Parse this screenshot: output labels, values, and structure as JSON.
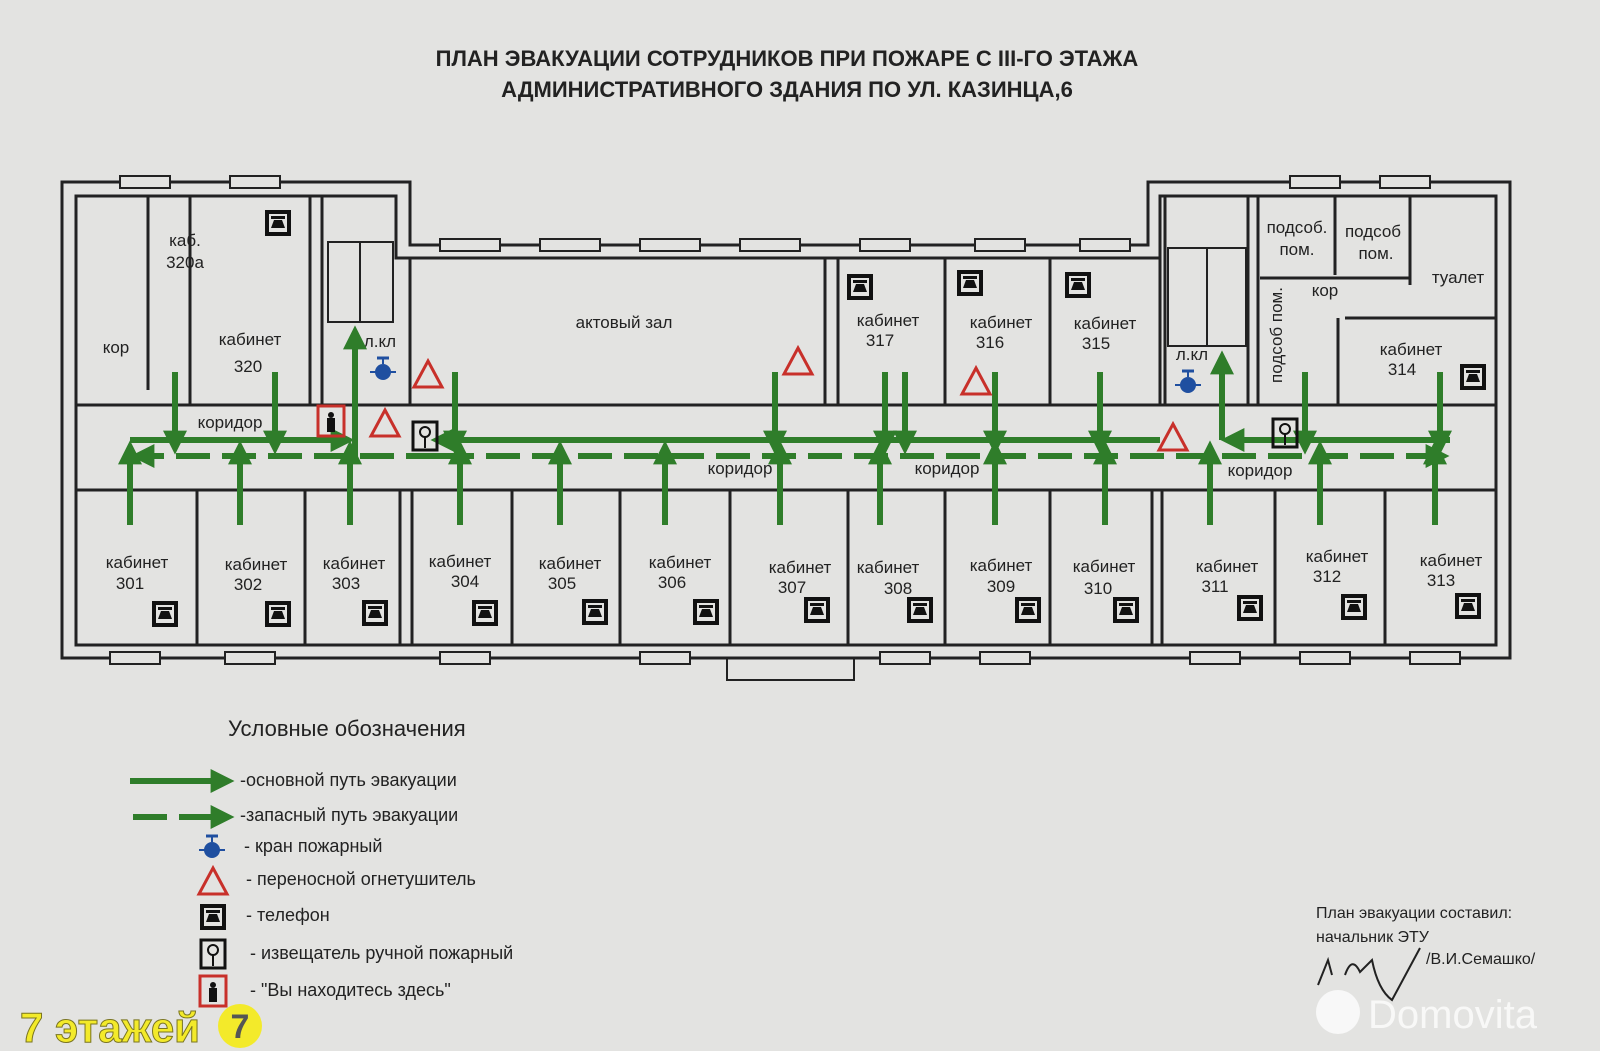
{
  "title": {
    "line1": "ПЛАН ЭВАКУАЦИИ СОТРУДНИКОВ  ПРИ ПОЖАРЕ С III-ГО ЭТАЖА",
    "line2": "АДМИНИСТРАТИВНОГО ЗДАНИЯ ПО УЛ. КАЗИНЦА,6"
  },
  "plan": {
    "upper_rooms": [
      {
        "name": "каб.",
        "number": "320а"
      },
      {
        "name": "кабинет",
        "number": "320"
      },
      {
        "name": "кабинет",
        "number": "317"
      },
      {
        "name": "кабинет",
        "number": "316"
      },
      {
        "name": "кабинет",
        "number": "315"
      },
      {
        "name": "кабинет",
        "number": "314"
      }
    ],
    "lower_rooms": [
      {
        "name": "кабинет",
        "number": "301"
      },
      {
        "name": "кабинет",
        "number": "302"
      },
      {
        "name": "кабинет",
        "number": "303"
      },
      {
        "name": "кабинет",
        "number": "304"
      },
      {
        "name": "кабинет",
        "number": "305"
      },
      {
        "name": "кабинет",
        "number": "306"
      },
      {
        "name": "кабинет",
        "number": "307"
      },
      {
        "name": "кабинет",
        "number": "308"
      },
      {
        "name": "кабинет",
        "number": "309"
      },
      {
        "name": "кабинет",
        "number": "310"
      },
      {
        "name": "кабинет",
        "number": "311"
      },
      {
        "name": "кабинет",
        "number": "312"
      },
      {
        "name": "кабинет",
        "number": "313"
      }
    ],
    "other": {
      "kor": "кор",
      "corridor": "коридор",
      "stair": "л.кл",
      "hall": "актовый зал",
      "utility1": "подсоб.",
      "utility2": "подсоб",
      "utility_room": "пом.",
      "utility_rot": "подсоб пом.",
      "toilet": "туалет"
    }
  },
  "legend": {
    "title": "Условные обозначения",
    "items": [
      {
        "icon": "solid-green-arrow",
        "label": "-основной путь эвакуации"
      },
      {
        "icon": "dashed-green-arrow",
        "label": "-запасный путь эвакуации"
      },
      {
        "icon": "fire-hydrant-icon",
        "label": "- кран пожарный"
      },
      {
        "icon": "extinguisher-triangle-icon",
        "label": "- переносной огнетушитель"
      },
      {
        "icon": "phone-icon",
        "label": "- телефон"
      },
      {
        "icon": "manual-call-point-icon",
        "label": "- извещатель ручной пожарный"
      },
      {
        "icon": "you-are-here-icon",
        "label": "- \"Вы находитесь здесь\""
      }
    ]
  },
  "signature": {
    "line1": "План эвакуации составил:",
    "line2": "начальник ЭТУ",
    "name": "/В.И.Семашко/"
  },
  "overlay": {
    "floors": "7 этажей",
    "badge": "7"
  },
  "watermark": "Domovita",
  "colors": {
    "route": "#2f7d2a",
    "extinguisher": "#c8302a",
    "hydrant": "#1f4fa0",
    "overlay": "#f3ea2a"
  }
}
